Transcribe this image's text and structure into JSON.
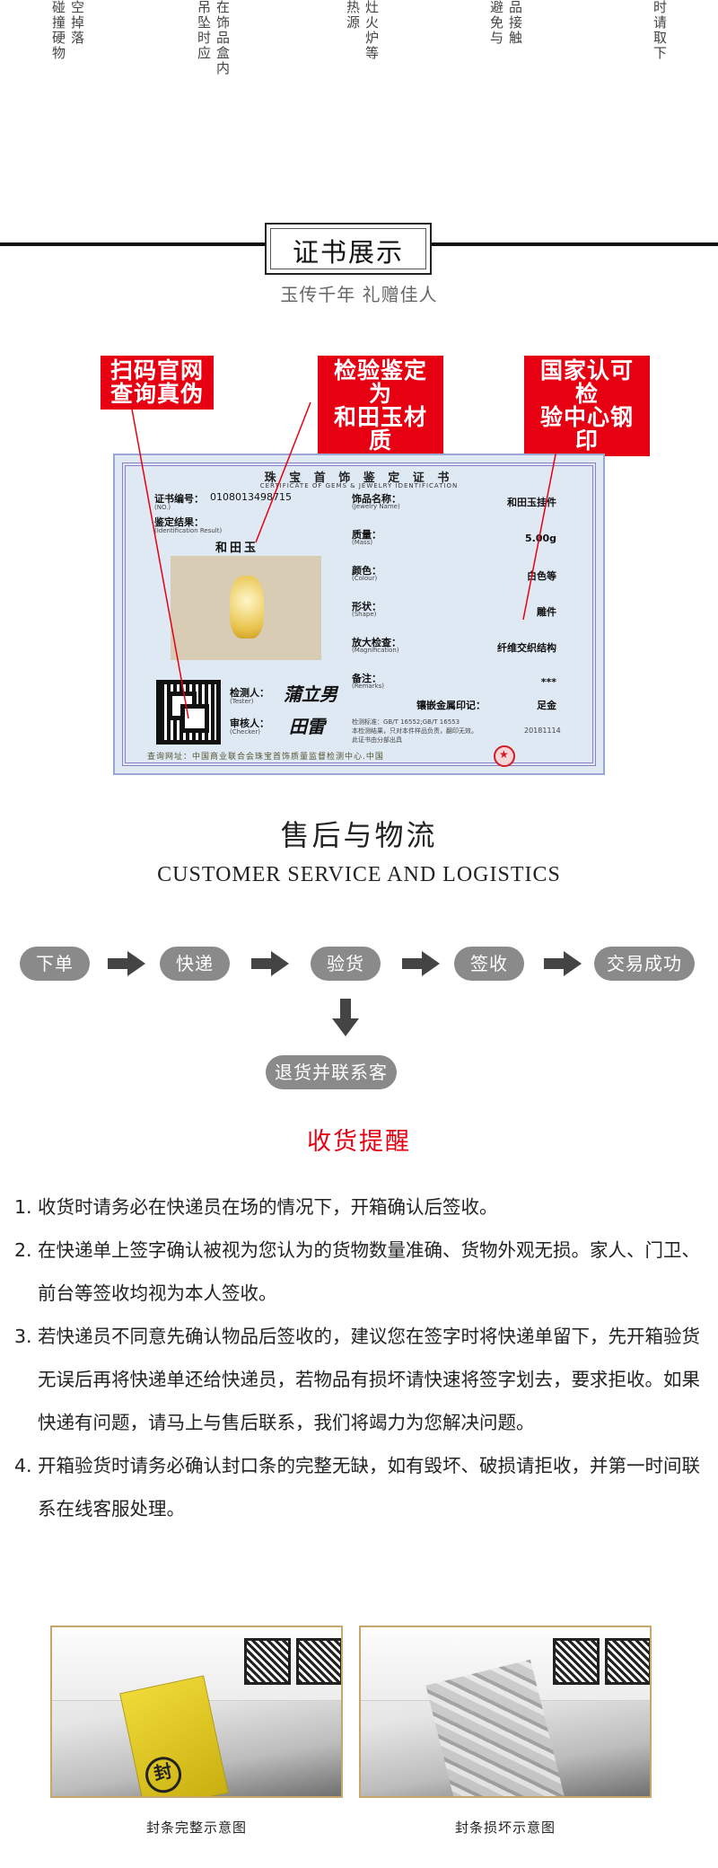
{
  "care_tips": [
    {
      "lines": [
        "空掉落",
        "碰撞硬物"
      ]
    },
    {
      "lines": [
        "在饰品盒内",
        "吊坠时应"
      ]
    },
    {
      "lines": [
        "灶火炉等",
        "热源"
      ]
    },
    {
      "lines": [
        "品接触",
        "避免与"
      ]
    },
    {
      "lines": [
        "时请取下"
      ]
    }
  ],
  "certificate_section": {
    "title": "证书展示",
    "subtitle": "玉传千年 礼赠佳人",
    "callouts": [
      "扫码官网\n查询真伪",
      "检验鉴定为\n和田玉材质",
      "国家认可检\n验中心钢印"
    ]
  },
  "certificate": {
    "heading": "珠 宝 首 饰 鉴 定 证 书",
    "heading_en": "CERTIFICATE OF GEMS & JEWELRY IDENTIFICATION",
    "number_label": "证书编号：",
    "number_en": "(NO.)",
    "number_value": "0108013498715",
    "result_label": "鉴定结果：",
    "result_en": "(Identification Result)",
    "result_value": "和田玉",
    "fields": [
      {
        "label": "饰品名称：",
        "en": "(Jewelry Name)",
        "value": "和田玉挂件"
      },
      {
        "label": "质量：",
        "en": "(Mass)",
        "value": "5.00g"
      },
      {
        "label": "颜色：",
        "en": "(Colour)",
        "value": "白色等"
      },
      {
        "label": "形状：",
        "en": "(Shape)",
        "value": "雕件"
      },
      {
        "label": "放大检查：",
        "en": "(Magnification)",
        "value": "纤维交织结构"
      },
      {
        "label": "备注：",
        "en": "(Remarks)",
        "value": "***"
      }
    ],
    "metal_label": "镶嵌金属印记：",
    "metal_value": "足金",
    "tester_label": "检测人：",
    "tester_en": "(Tester)",
    "tester_sign": "蒲立男",
    "checker_label": "审核人：",
    "checker_en": "(Checker)",
    "checker_sign": "田雷",
    "standard_line1": "检测标准：GB/T 16552;GB/T 16553",
    "standard_line2": "本检测结果，只对本件样品负责，翻印无效。",
    "standard_line3": "此证书由分部出具",
    "date": "20181114",
    "inquiry": "查询网址：中国商业联合会珠宝首饰质量监督检测中心.中国"
  },
  "after_sales": {
    "title": "售后与物流",
    "subtitle_en": "CUSTOMER SERVICE AND LOGISTICS",
    "steps": [
      "下单",
      "快递",
      "验货",
      "签收",
      "交易成功"
    ],
    "return_step": "退货并联系客服"
  },
  "reminder": {
    "title": "收货提醒",
    "rules": [
      {
        "num": "1.",
        "text": "收货时请务必在快递员在场的情况下，开箱确认后签收。"
      },
      {
        "num": "2.",
        "text": "在快递单上签字确认被视为您认为的货物数量准确、货物外观无损。家人、门卫、前台等签收均视为本人签收。"
      },
      {
        "num": "3.",
        "text": "若快递员不同意先确认物品后签收的，建议您在签字时将快递单留下，先开箱验货无误后再将快递单还给快递员，若物品有损坏请快速将签字划去，要求拒收。如果快递有问题，请马上与售后联系，我们将竭力为您解决问题。"
      },
      {
        "num": "4.",
        "text": "开箱验货时请务必确认封口条的完整无缺，如有毁坏、破损请拒收，并第一时间联系在线客服处理。"
      }
    ]
  },
  "seal_photos": [
    {
      "caption": "封条完整示意图",
      "tape_text": "封"
    },
    {
      "caption": "封条损坏示意图"
    }
  ],
  "colors": {
    "accent_red": "#e60012",
    "step_gray": "#8a8a8a",
    "frame_gold": "#c9a66b"
  }
}
